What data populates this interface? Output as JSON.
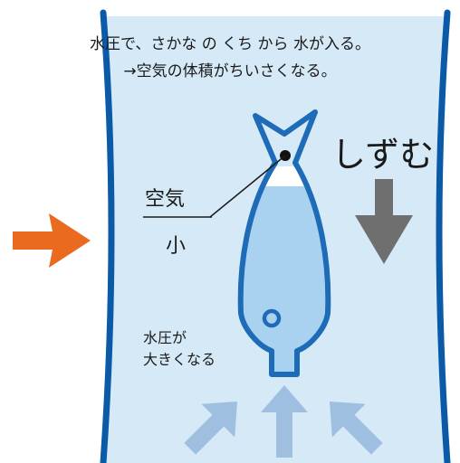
{
  "caption": {
    "line1": "水圧で、さかな の くち から 水が入る。",
    "line2": "→空気の体積がちいさくなる。"
  },
  "labels": {
    "sinks": "しずむ",
    "air": "空気",
    "small": "小",
    "pressure_line1": "水圧が",
    "pressure_line2": "大きくなる"
  },
  "colors": {
    "water_background": "#d6e9f7",
    "container_wall": "#0a5aa8",
    "fish_outline": "#1e6bb8",
    "fish_water": "#a9d2f0",
    "fish_air": "#ffffff",
    "push_arrow": "#ea6a1f",
    "sink_arrow": "#6f6f6f",
    "pressure_arrows": "#9fbfe0"
  }
}
